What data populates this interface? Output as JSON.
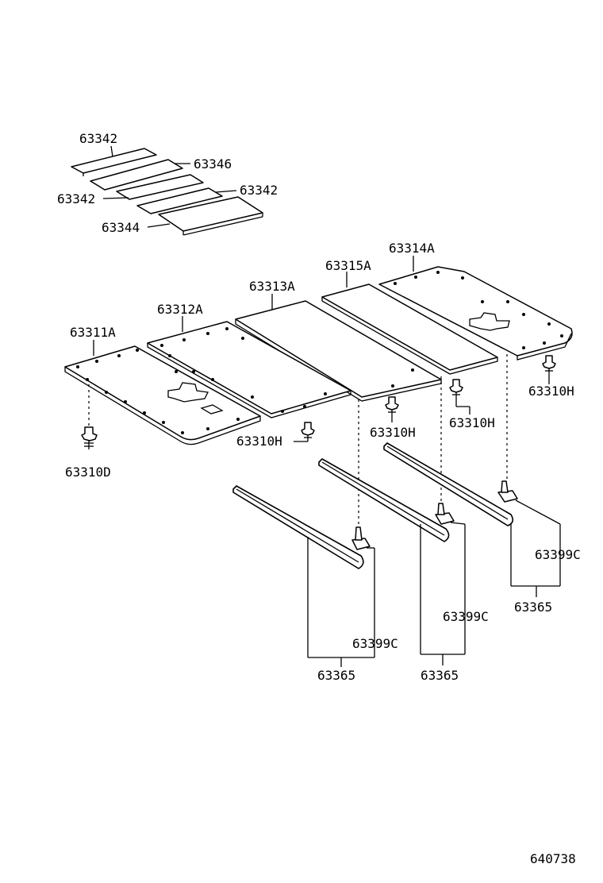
{
  "labels": {
    "p63342_top": "63342",
    "p63346": "63346",
    "p63342_left": "63342",
    "p63342_right": "63342",
    "p63344": "63344",
    "p63314A": "63314A",
    "p63315A": "63315A",
    "p63313A": "63313A",
    "p63312A": "63312A",
    "p63311A": "63311A",
    "p63310H_a": "63310H",
    "p63310H_b": "63310H",
    "p63310H_c": "63310H",
    "p63310H_d": "63310H",
    "p63310D": "63310D",
    "p63399C_a": "63399C",
    "p63399C_b": "63399C",
    "p63399C_c": "63399C",
    "p63365_a": "63365",
    "p63365_b": "63365",
    "p63365_c": "63365"
  },
  "diagram_id": "640738"
}
